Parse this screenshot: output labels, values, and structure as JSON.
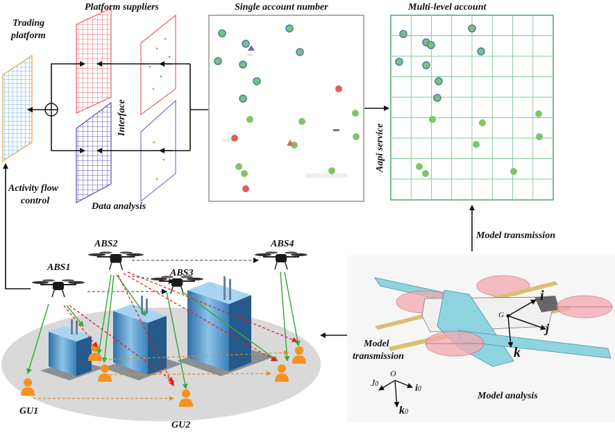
{
  "labels": {
    "trading_platform_l1": "Trading",
    "trading_platform_l2": "platform",
    "platform_suppliers": "Platform suppliers",
    "single_account": "Single account number",
    "multi_level": "Multi-level account",
    "interface": "Interface",
    "aapi_service": "Aapi service",
    "activity_l1": "Activity flow",
    "activity_l2": "control",
    "data_analysis": "Data analysis",
    "model_transmission_top": "Model transmission",
    "model_transmission_mid_l1": "Model",
    "model_transmission_mid_l2": "transmission",
    "model_analysis": "Model analysis",
    "abs1": "ABS1",
    "abs2": "ABS2",
    "abs3": "ABS3",
    "abs4": "ABS4",
    "gu1": "GU1",
    "gu2": "GU2",
    "axis_G": "G",
    "axis_i": "i",
    "axis_j": "j",
    "axis_k": "k",
    "axis_O": "O",
    "axis_i0": "i",
    "axis_j0": "J",
    "axis_k0": "k",
    "sub0_i": "0",
    "sub0_j": "0",
    "sub0_k": "0"
  },
  "colors": {
    "grid_red": "#e8606a",
    "grid_purple": "#5b4fb3",
    "grid_blue": "#6aaee0",
    "grid_orange": "#f0a040",
    "grid_green": "#4aa86a",
    "dot_green": "#7fc46a",
    "dot_blue": "#4477cc",
    "dot_red": "#e0605a",
    "user_orange": "#f5921e",
    "arrow_green": "#3aaa3a",
    "arrow_red": "#e02020",
    "arrow_orange": "#d8902a",
    "ground": "#d9d9d9",
    "wing": "#8ed4e0",
    "rotor": "#f4a8b0"
  },
  "icons": [
    "plus-circle-icon",
    "drone-icon",
    "building-icon",
    "user-icon",
    "aircraft-icon"
  ]
}
